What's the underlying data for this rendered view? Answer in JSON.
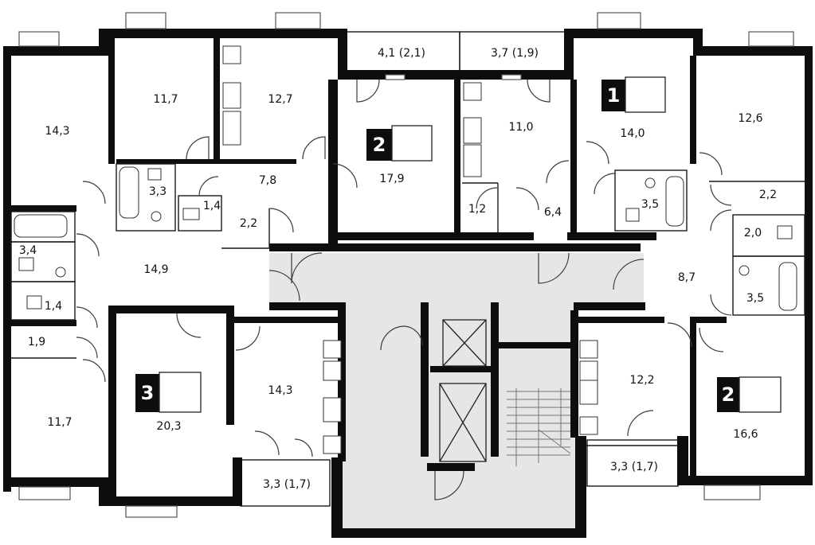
{
  "areas": {
    "a1": "14,3",
    "a2": "11,7",
    "a3": "12,7",
    "a4": "4,1 (2,1)",
    "a5": "3,7 (1,9)",
    "a6": "11,0",
    "a7": "14,0",
    "a8": "12,6",
    "a9": "17,9",
    "a10": "7,8",
    "a11": "3,3",
    "a12": "1,4",
    "a13": "2,2",
    "a14": "1,2",
    "a15": "6,4",
    "a16": "3,5",
    "a17": "2,2",
    "a18": "2,0",
    "a19": "3,4",
    "a20": "14,9",
    "a21": "1,4",
    "a22": "8,7",
    "a23": "3,5",
    "a24": "1,9",
    "a25": "11,7",
    "a26": "20,3",
    "a27": "14,3",
    "a28": "12,2",
    "a29": "16,6",
    "a30": "3,3 (1,7)",
    "a31": "3,3 (1,7)"
  },
  "apartments": {
    "apt_top_center": "2",
    "apt_top_right": "1",
    "apt_bottom_left": "3",
    "apt_bottom_right": "2"
  }
}
